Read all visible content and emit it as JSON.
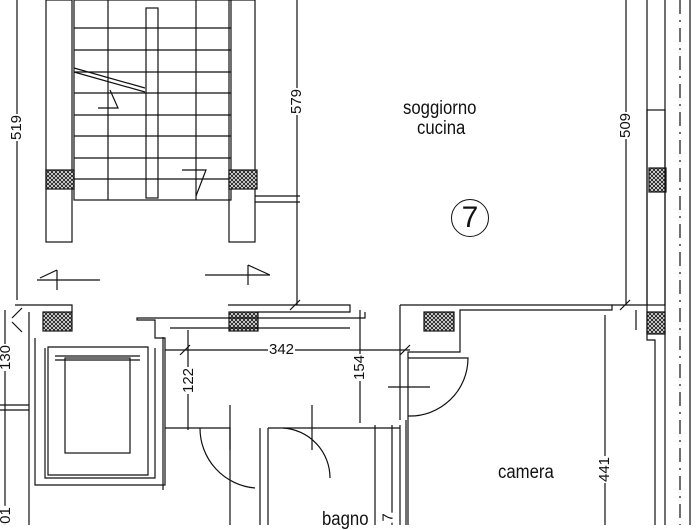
{
  "plan": {
    "unit_number": "7",
    "rooms": {
      "soggiorno": "soggiorno",
      "cucina": "cucina",
      "camera": "camera",
      "bagno": "bagno"
    },
    "dimensions": {
      "d519": "519",
      "d579": "579",
      "d509": "509",
      "d342": "342",
      "d122": "122",
      "d154": "154",
      "d441": "441",
      "d130": "130",
      "d_left_bottom": "01",
      "d_bagno_partial": "7"
    },
    "colors": {
      "line": "#111111",
      "hatch": "#222222",
      "background": "#ffffff"
    }
  }
}
